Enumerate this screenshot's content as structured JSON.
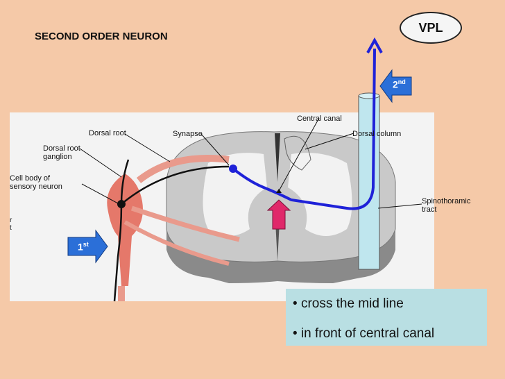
{
  "title": "SECOND ORDER NEURON",
  "vpl_label": "VPL",
  "arrow_2": {
    "main": "2",
    "sup": "nd"
  },
  "arrow_1": {
    "main": "1",
    "sup": "st"
  },
  "labels": {
    "dorsal_root": "Dorsal root",
    "synapse": "Synapse",
    "central_canal": "Central canal",
    "dorsal_column": "Dorsal column",
    "dorsal_root_ganglion": [
      "Dorsal root",
      "ganglion"
    ],
    "cell_body": [
      "Cell body of",
      "sensory neuron"
    ],
    "spinothalamic": [
      "Spinothoramic",
      "tract"
    ],
    "clipped_left": [
      "r",
      "t"
    ]
  },
  "notes": [
    "cross the mid line",
    "in front of central canal"
  ],
  "colors": {
    "background": "#f5c9a8",
    "note_box": "#b9dfe3",
    "neuron": "#1f22d8",
    "arrow_pink": "#e0286a"
  }
}
